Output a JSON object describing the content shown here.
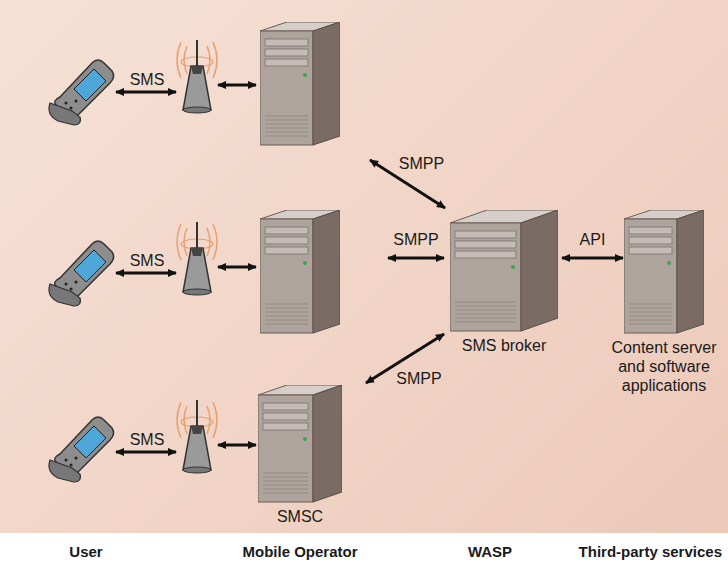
{
  "diagram": {
    "nodes": [
      {
        "text": []
      },
      {
        "text": []
      },
      {
        "text": [
          "SMSC"
        ]
      },
      {
        "text": [
          "SMS broker"
        ]
      },
      {
        "text": [
          "Content server and software applications"
        ]
      }
    ],
    "edges": [
      {
        "from": 0,
        "to": 3,
        "label": "SMPP",
        "arrow": "both"
      },
      {
        "from": 1,
        "to": 3,
        "label": "SMPP",
        "arrow": "both"
      },
      {
        "from": 3,
        "to": 2,
        "label": "SMPP",
        "arrow": "both"
      },
      {
        "from": 3,
        "to": 4,
        "label": "API",
        "arrow": "both"
      }
    ],
    "labels": [
      "SMS",
      "SMS",
      "SMS",
      "User",
      "Mobile Operator",
      "WASP",
      "Third-party services"
    ]
  }
}
